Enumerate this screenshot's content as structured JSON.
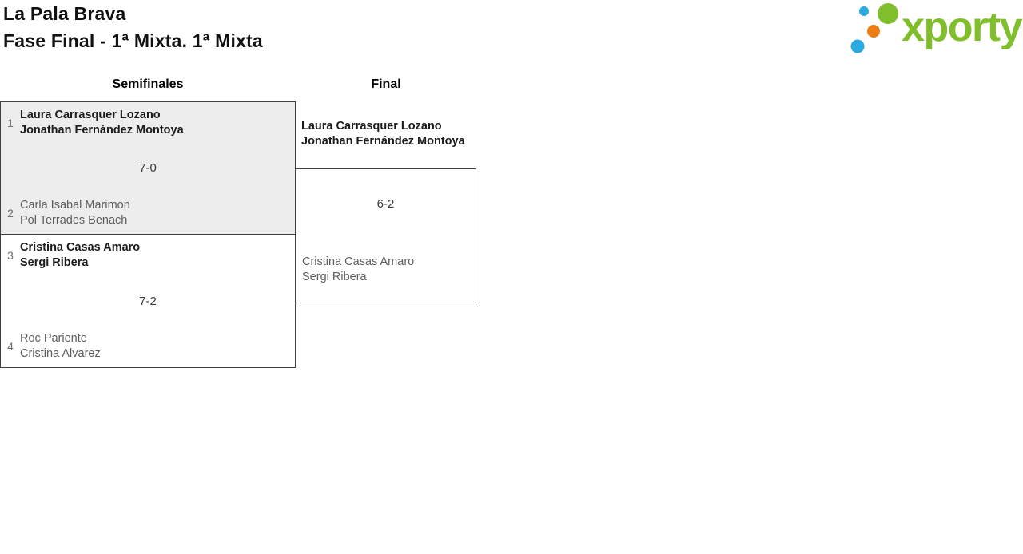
{
  "header": {
    "title": "La Pala Brava",
    "subtitle": "Fase Final - 1ª Mixta. 1ª Mixta"
  },
  "logo": {
    "text": "xporty"
  },
  "rounds": {
    "semifinals_label": "Semifinales",
    "final_label": "Final"
  },
  "bracket": {
    "semifinals": [
      {
        "seed_top": "1",
        "team_top_line1": "Laura Carrasquer Lozano",
        "team_top_line2": "Jonathan Fernández Montoya",
        "score": "7-0",
        "seed_bottom": "2",
        "team_bottom_line1": "Carla Isabal Marimon",
        "team_bottom_line2": "Pol Terrades Benach",
        "winner": "top"
      },
      {
        "seed_top": "3",
        "team_top_line1": "Cristina Casas Amaro",
        "team_top_line2": "Sergi Ribera",
        "score": "7-2",
        "seed_bottom": "4",
        "team_bottom_line1": "Roc Pariente",
        "team_bottom_line2": "Cristina Alvarez",
        "winner": "top"
      }
    ],
    "final": {
      "team_top_line1": "Laura Carrasquer Lozano",
      "team_top_line2": "Jonathan Fernández Montoya",
      "score": "6-2",
      "team_bottom_line1": "Cristina Casas Amaro",
      "team_bottom_line2": "Sergi Ribera",
      "winner": "top"
    }
  },
  "colors": {
    "brand-green": "#80BE2B",
    "brand-blue": "#29ABE2",
    "brand-orange": "#EE7D11",
    "match-alt-bg": "#EDEDED",
    "border": "#3F3F3F",
    "winner-text": "#1C1C1C",
    "loser-text": "#5E5E5E"
  }
}
